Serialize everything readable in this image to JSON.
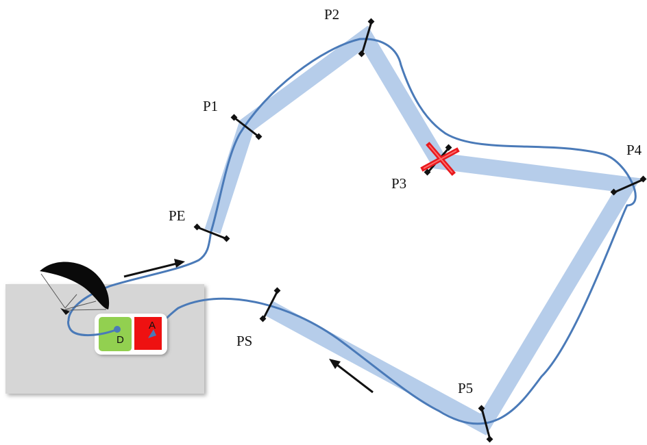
{
  "colors": {
    "corridor": "#b6cdea",
    "trajectory": "#4a7ab8",
    "gate": "#111111",
    "missed_marker": "#e8191d",
    "landing_area": "#d6d6d6",
    "departure_zone": "#92d050",
    "arrival_zone": "#ee1111"
  },
  "waypoints": [
    "PE",
    "P1",
    "P2",
    "P3",
    "P4",
    "P5",
    "PS"
  ],
  "missed_waypoint": "P3",
  "zones": {
    "departure": "D",
    "arrival": "A"
  },
  "icons": [
    "paraglider-icon",
    "direction-arrow-icon",
    "missed-cross-icon"
  ]
}
